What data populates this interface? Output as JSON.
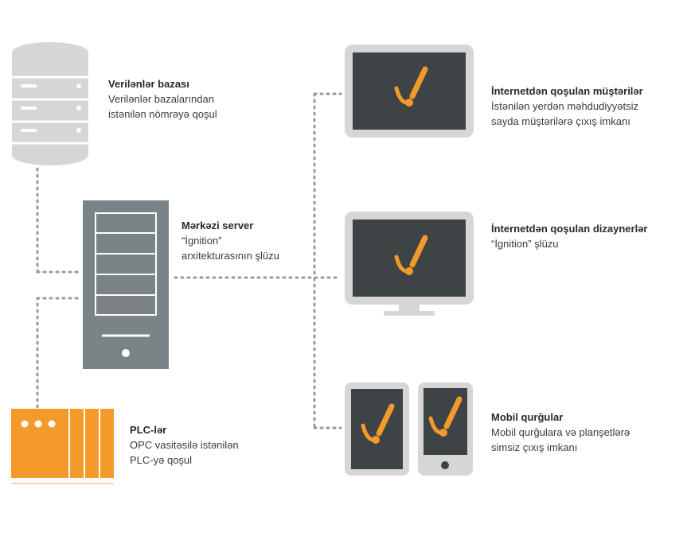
{
  "colors": {
    "dark_gray": "#7a8486",
    "light_gray": "#d6d6d6",
    "screen": "#3e4345",
    "orange": "#f39a2a",
    "dots": "#9a9a9a"
  },
  "nodes": {
    "database": {
      "title": "Verilənlər bazası",
      "lines": [
        "Verilənlər bazalarından",
        "istənilən nömrəyə qoşul"
      ],
      "icon": "database-icon"
    },
    "server": {
      "title": "Mərkəzi server",
      "lines": [
        "“İgnition”",
        "arxitekturasının şlüzu"
      ],
      "icon": "server-icon"
    },
    "plc": {
      "title": "PLC-lər",
      "lines": [
        "OPC vasitəsilə istənilən",
        "PLC-yə qoşul"
      ],
      "icon": "plc-icon"
    },
    "web_clients": {
      "title": "İnternetdən qoşulan müştərilər",
      "lines": [
        "İstənilən yerdən məhdudiyyətsiz",
        "sayda müştərilərə çıxış imkanı"
      ],
      "icon": "laptop-icon"
    },
    "designers": {
      "title": "İnternetdən qoşulan dizaynerlər",
      "lines": [
        "“İgnition” şlüzu"
      ],
      "icon": "monitor-icon"
    },
    "mobile": {
      "title": "Mobil qurğular",
      "lines": [
        "Mobil qurğulara və planşetlərə",
        "simsiz çıxış imkanı"
      ],
      "icon": "mobile-devices-icon"
    }
  }
}
